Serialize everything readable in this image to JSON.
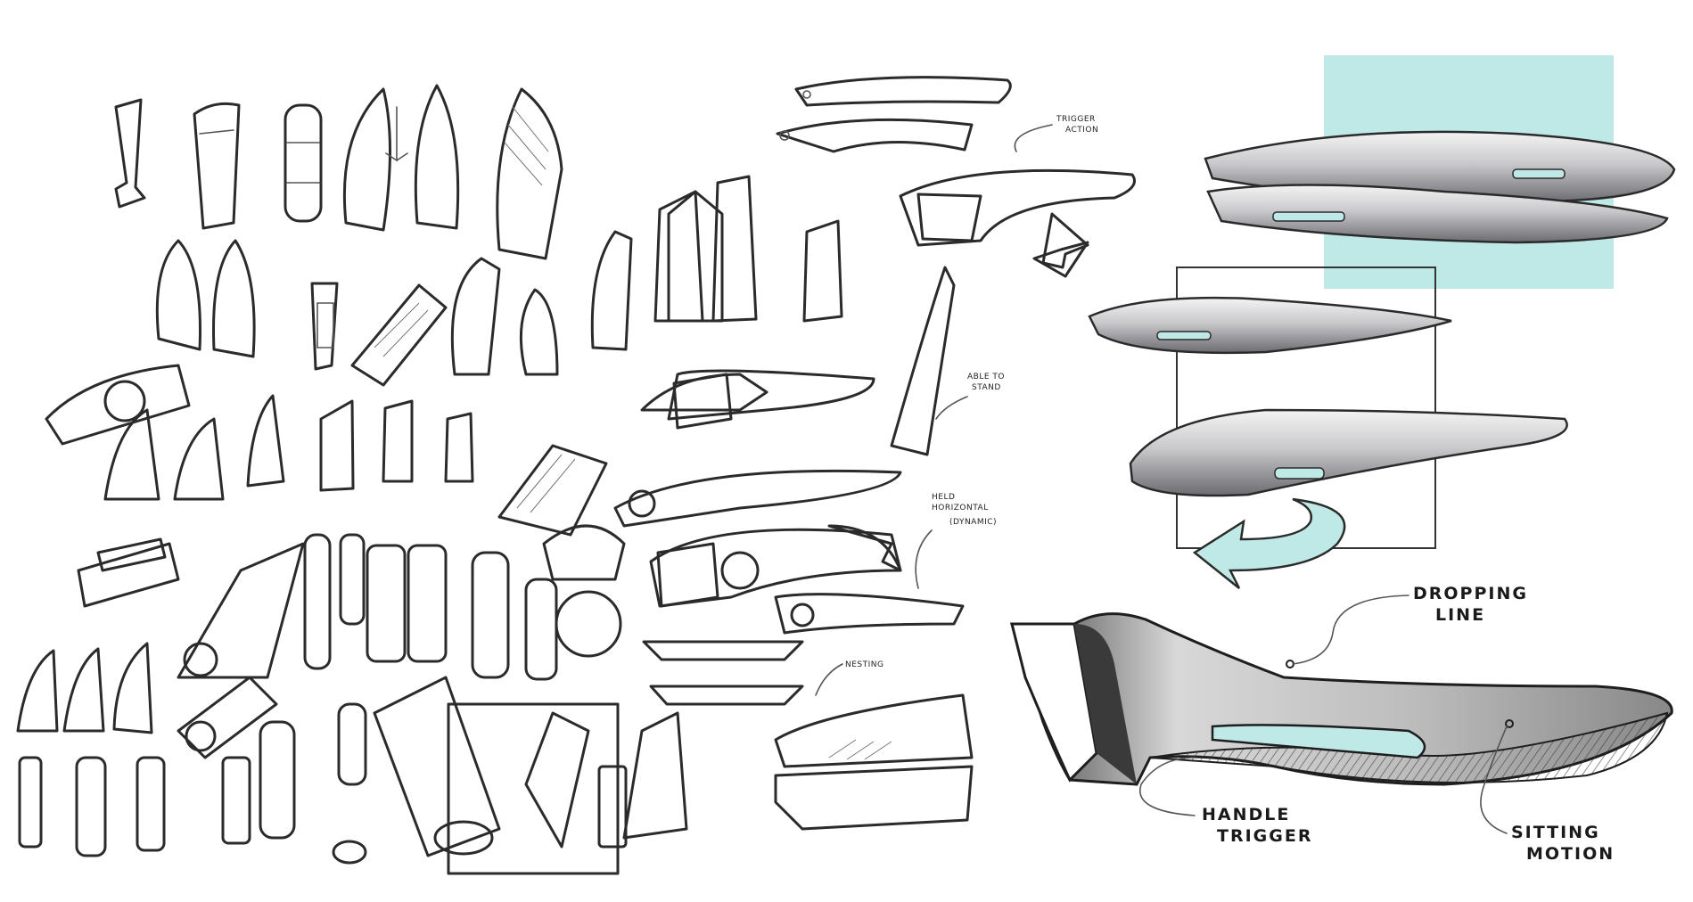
{
  "sheet": {
    "background": "#ffffff",
    "accent_cyan": "#bfe9e6",
    "ink_color": "#2b2b2b"
  },
  "annotations": {
    "trigger_action": [
      "TRIGGER",
      "ACTION"
    ],
    "able_to_stand": [
      "ABLE TO",
      "STAND"
    ],
    "held_horizontal": [
      "HELD",
      "HORIZONTAL",
      "(DYNAMIC)"
    ],
    "nesting": "NESTING",
    "dropping_line": [
      "DROPPING",
      "LINE"
    ],
    "handle_trigger": [
      "HANDLE",
      "TRIGGER"
    ],
    "sitting_motion": [
      "SITTING",
      "MOTION"
    ]
  },
  "icons": {
    "logo": "three-pointed-star-icon",
    "arrow": "curved-arrow-icon"
  }
}
